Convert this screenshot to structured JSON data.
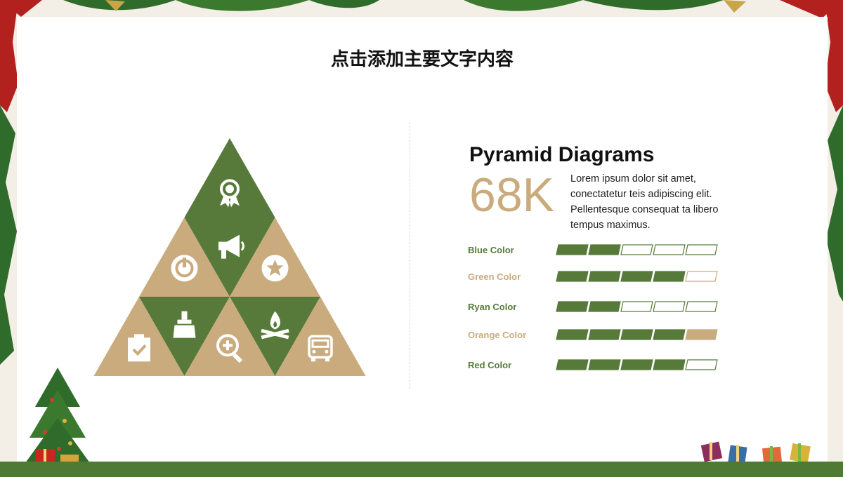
{
  "slide": {
    "title": "点击添加主要文字内容",
    "heading": "Pyramid Diagrams",
    "big_number": "68K",
    "description": "Lorem ipsum dolor sit amet, conectatetur teis adipiscing elit. Pellentesque consequat ta libero tempus maximus."
  },
  "colors": {
    "green": "#577a3a",
    "tan": "#c9ab7d",
    "white": "#ffffff"
  },
  "pyramid": {
    "tiles": [
      {
        "row": 0,
        "color": "green",
        "icon": "award-medal-icon"
      },
      {
        "row": 1,
        "color": "tan",
        "icon": "power-icon"
      },
      {
        "row": 1,
        "color": "green",
        "icon": "megaphone-icon"
      },
      {
        "row": 1,
        "color": "tan",
        "icon": "star-icon"
      },
      {
        "row": 2,
        "color": "tan",
        "icon": "clipboard-check-icon"
      },
      {
        "row": 2,
        "color": "green",
        "icon": "brush-icon"
      },
      {
        "row": 2,
        "color": "tan",
        "icon": "zoom-in-icon"
      },
      {
        "row": 2,
        "color": "green",
        "icon": "campfire-icon"
      },
      {
        "row": 2,
        "color": "tan",
        "icon": "truck-icon"
      }
    ]
  },
  "ratings": [
    {
      "label": "Blue Color",
      "label_color": "green",
      "filled": 2,
      "total": 5,
      "fill_color": "green"
    },
    {
      "label": "Green Color",
      "label_color": "tan",
      "filled": 4,
      "total": 5,
      "fill_color": "green"
    },
    {
      "label": "Ryan Color",
      "label_color": "green",
      "filled": 2,
      "total": 5,
      "fill_color": "green"
    },
    {
      "label": "Orange Color",
      "label_color": "tan",
      "filled": 5,
      "total": 5,
      "fill_color": "green",
      "last_fill_color": "tan"
    },
    {
      "label": "Red Color",
      "label_color": "green",
      "filled": 4,
      "total": 5,
      "fill_color": "green"
    }
  ]
}
